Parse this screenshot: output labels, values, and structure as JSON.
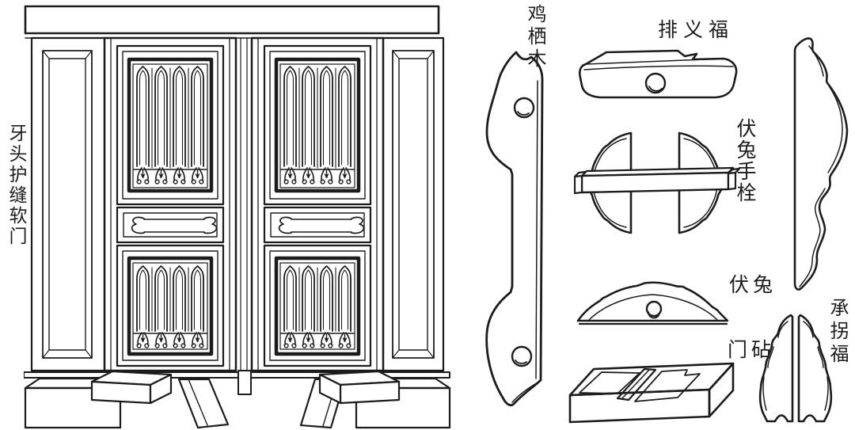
{
  "diagram": {
    "door_label": "牙头护缝软门",
    "parts": [
      {
        "id": "jiqimu",
        "label": "鸡栖木"
      },
      {
        "id": "paiyifu",
        "label": "排义福"
      },
      {
        "id": "futu-shoushuan",
        "label": "伏兔手栓"
      },
      {
        "id": "futu",
        "label": "伏兔"
      },
      {
        "id": "menzhen",
        "label": "门砧"
      },
      {
        "id": "chengguaifu",
        "label": "承拐福"
      }
    ],
    "ink": "#1c1c1c",
    "paper": "#ffffff"
  }
}
